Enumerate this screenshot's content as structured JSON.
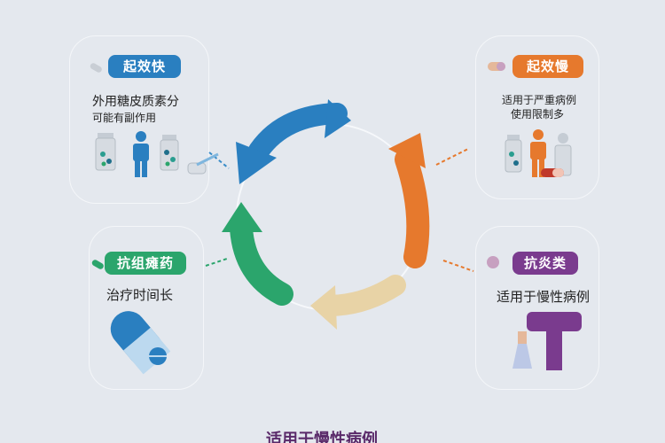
{
  "colors": {
    "blue": "#2a7fc0",
    "green": "#2ba56c",
    "orange": "#e6792d",
    "purple": "#7a3b8e",
    "beige": "#e8d3a6",
    "background": "#e4e8ee"
  },
  "top_left": {
    "badge": "起效快",
    "line1": "外用糖皮质素分",
    "line2": "可能有副作用",
    "icons": [
      "pill-bottle-icon",
      "person-icon",
      "pill-bottle-icon",
      "dropper-icon"
    ]
  },
  "bottom_left": {
    "badge": "抗组瘫药",
    "line1": "治疗时间长",
    "icons": [
      "capsule-icon",
      "tablet-icon"
    ]
  },
  "top_right": {
    "badge": "起效慢",
    "line1": "适用于严重病例",
    "line2": "使用限制多",
    "icons": [
      "pill-bottle-icon",
      "person-icon",
      "pill-bottle-icon",
      "capsule-icon"
    ]
  },
  "bottom_right": {
    "badge": "抗炎类",
    "line1": "适用于慢性病例",
    "icons": [
      "inhaler-icon"
    ]
  },
  "bottom_title": "适用于慢性病例"
}
